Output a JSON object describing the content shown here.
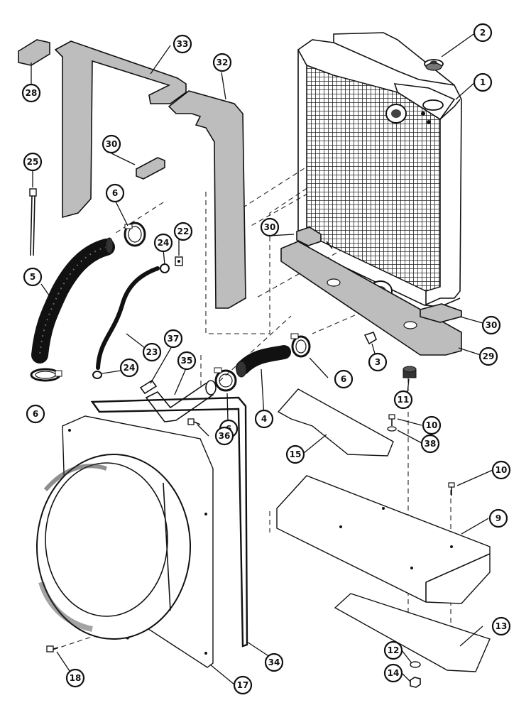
{
  "figure": {
    "callouts": [
      "1",
      "2",
      "3",
      "4",
      "5",
      "6",
      "9",
      "10",
      "11",
      "12",
      "13",
      "14",
      "15",
      "17",
      "18",
      "22",
      "23",
      "24",
      "25",
      "28",
      "29",
      "30",
      "32",
      "33",
      "34",
      "35",
      "36",
      "37",
      "38"
    ]
  },
  "colors": {
    "ink": "#111111",
    "foam": "#bdbdbd",
    "paper": "#ffffff"
  }
}
